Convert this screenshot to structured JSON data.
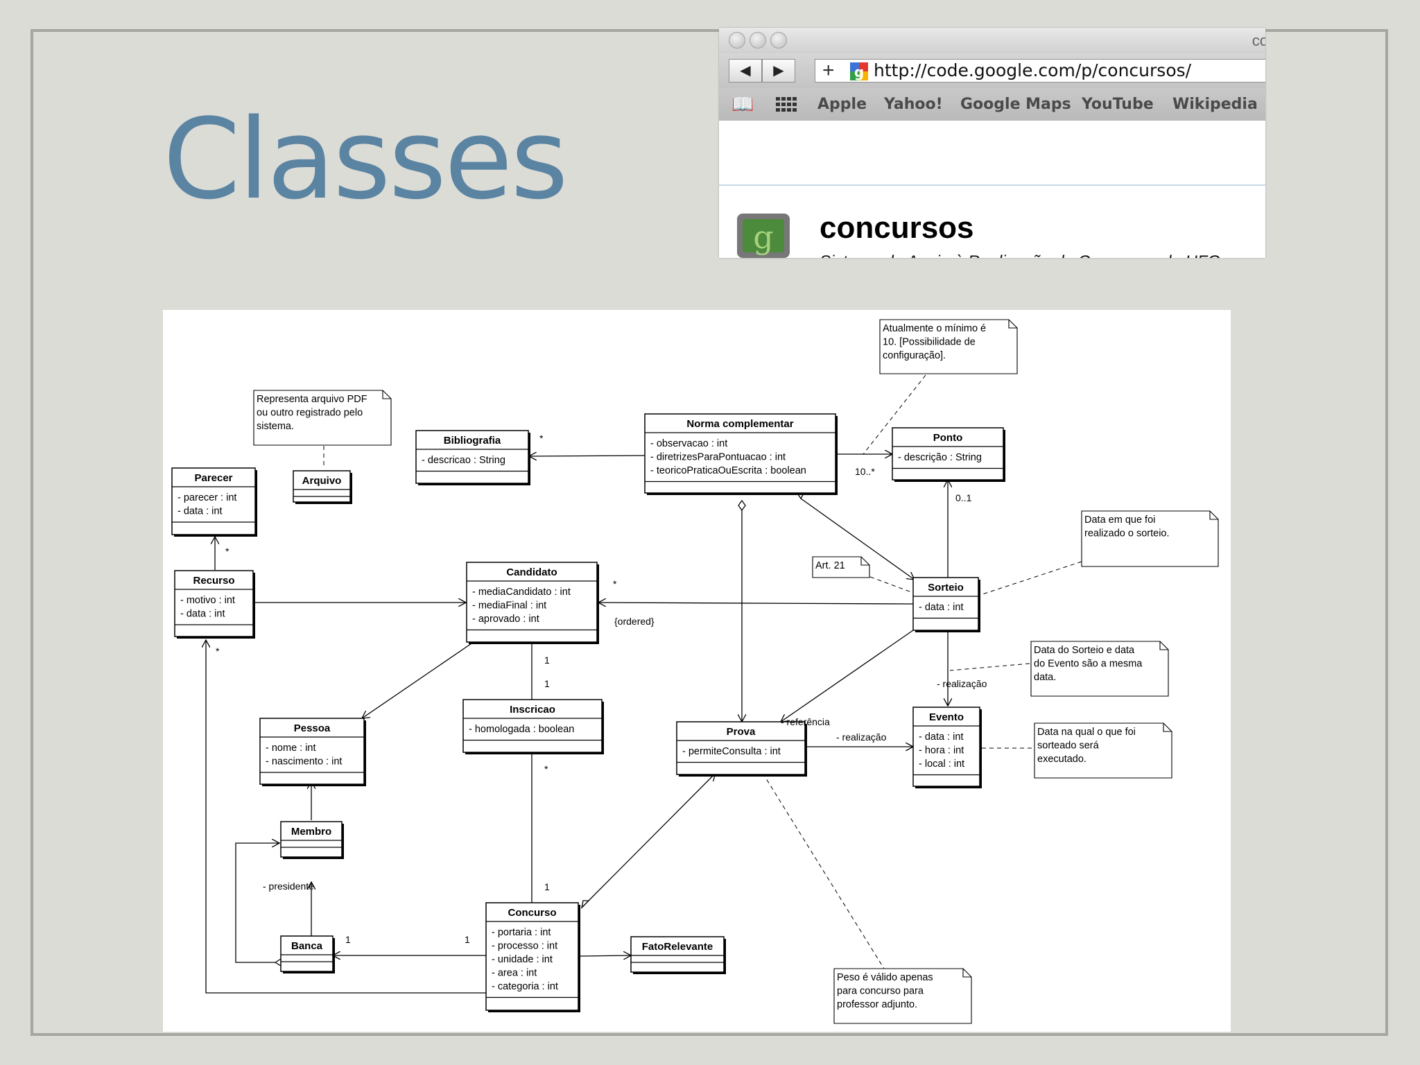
{
  "slide": {
    "title": "Classes"
  },
  "browser": {
    "window_title": "co",
    "url": "http://code.google.com/p/concursos/",
    "bookmarks": [
      "Apple",
      "Yahoo!",
      "Google Maps",
      "YouTube",
      "Wikipedia"
    ],
    "project_name": "concursos",
    "project_summary": "Sistema de Apoio à Realização de Concursos da UFG",
    "icons": [
      "back-arrow-icon",
      "forward-arrow-icon",
      "add-bookmark-icon",
      "google-favicon",
      "bookmarks-book-icon",
      "top-sites-grid-icon",
      "project-logo-icon"
    ]
  },
  "diagram": {
    "classes": [
      {
        "id": "parecer",
        "name": "Parecer",
        "attributes": [
          "- parecer : int",
          "- data : int"
        ]
      },
      {
        "id": "arquivo",
        "name": "Arquivo",
        "attributes": []
      },
      {
        "id": "bibliografia",
        "name": "Bibliografia",
        "attributes": [
          "- descricao : String"
        ]
      },
      {
        "id": "norma",
        "name": "Norma complementar",
        "attributes": [
          "- observacao : int",
          "- diretrizesParaPontuacao : int",
          "- teoricoPraticaOuEscrita : boolean"
        ]
      },
      {
        "id": "ponto",
        "name": "Ponto",
        "attributes": [
          "- descrição : String"
        ]
      },
      {
        "id": "recurso",
        "name": "Recurso",
        "attributes": [
          "- motivo : int",
          "- data : int"
        ]
      },
      {
        "id": "candidato",
        "name": "Candidato",
        "attributes": [
          "- mediaCandidato : int",
          "- mediaFinal : int",
          "- aprovado : int"
        ]
      },
      {
        "id": "sorteio",
        "name": "Sorteio",
        "attributes": [
          "- data : int"
        ]
      },
      {
        "id": "pessoa",
        "name": "Pessoa",
        "attributes": [
          "- nome : int",
          "- nascimento : int"
        ]
      },
      {
        "id": "inscricao",
        "name": "Inscricao",
        "attributes": [
          "- homologada : boolean"
        ]
      },
      {
        "id": "prova",
        "name": "Prova",
        "attributes": [
          "- permiteConsulta : int"
        ]
      },
      {
        "id": "evento",
        "name": "Evento",
        "attributes": [
          "- data : int",
          "- hora : int",
          "- local : int"
        ]
      },
      {
        "id": "membro",
        "name": "Membro",
        "attributes": []
      },
      {
        "id": "banca",
        "name": "Banca",
        "attributes": []
      },
      {
        "id": "concurso",
        "name": "Concurso",
        "attributes": [
          "- portaria : int",
          "- processo : int",
          "- unidade : int",
          "- area : int",
          "- categoria : int"
        ]
      },
      {
        "id": "fato",
        "name": "FatoRelevante",
        "attributes": []
      }
    ],
    "notes": [
      {
        "id": "note-pdf",
        "lines": [
          "Representa arquivo PDF",
          "ou outro registrado pelo",
          "sistema."
        ]
      },
      {
        "id": "note-minimo",
        "lines": [
          "Atualmente o mínimo é",
          "10. [Possibilidade de",
          "configuração]."
        ]
      },
      {
        "id": "note-sorteio",
        "lines": [
          "Data em que foi",
          "realizado o sorteio."
        ]
      },
      {
        "id": "note-art21",
        "lines": [
          "Art. 21"
        ]
      },
      {
        "id": "note-mesma-data",
        "lines": [
          "Data do Sorteio e data",
          "do Evento são a mesma",
          "data."
        ]
      },
      {
        "id": "note-executado",
        "lines": [
          "Data na qual o que foi",
          "sorteado será",
          "executado."
        ]
      },
      {
        "id": "note-peso",
        "lines": [
          "Peso é válido apenas",
          "para concurso para",
          "professor adjunto."
        ]
      }
    ],
    "labels": {
      "m_bib": "*",
      "m_ponto": "10..*",
      "m_ponto_sorteio": "0..1",
      "m_parecer": "*",
      "m_recurso": "*",
      "m_cand": "*",
      "ordered": "{ordered}",
      "m_cand_1": "1",
      "m_insc_1": "1",
      "m_insc_star": "*",
      "m_conc_1": "1",
      "realizacao_evento": "- realização",
      "referencia": "- referência",
      "realizacao_prova": "- realização",
      "presidente": "- presidente",
      "m_banca_1": "1",
      "m_conc_banca_1": "1"
    }
  }
}
